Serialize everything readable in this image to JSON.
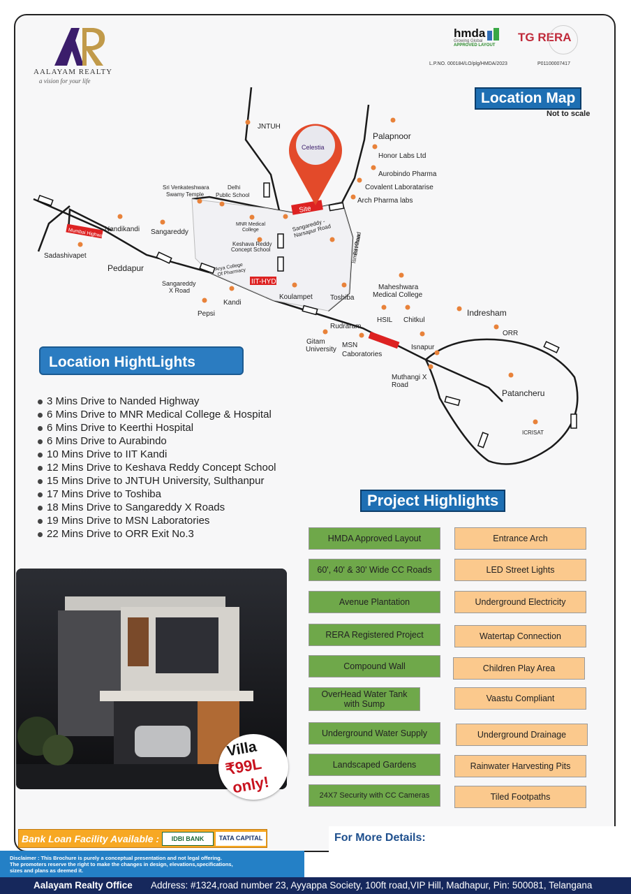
{
  "brand": {
    "name": "AALAYAM REALTY",
    "tagline": "a vision for your life",
    "colors": {
      "purple": "#3b1d6b",
      "gold": "#c19a4a"
    }
  },
  "approvals": {
    "hmda_word": "hmda",
    "hmda_sub": "Growing Global",
    "hmda_approved": "APPROVED LAYOUT",
    "lp_no": "L.P.NO. 000184/LO/plg/HMDA/2023",
    "rera_label": "TG RERA",
    "rera_no": "P01100007417"
  },
  "map": {
    "title": "Location Map",
    "note": "Not to scale",
    "site_label": "Site",
    "project_logo": "Celestia",
    "labels": {
      "jntuh": "JNTUH",
      "palapnoor": "Palapnoor",
      "honor": "Honor Labs Ltd",
      "aurobindo": "Aurobindo Pharma",
      "covalent": "Covalent Laboratarise",
      "arch": "Arch Pharma labs",
      "venkateshwara1": "Sri Venkateshwara",
      "venkateshwara2": "Swamy Temple",
      "dps1": "Delhi",
      "dps2": "Public School",
      "nandikandi": "Nandikandi",
      "sangareddy": "Sangareddy",
      "mumbai_hwy": "Mumbai Highway",
      "sadashivapet": "Sadashivapet",
      "peddapur": "Peddapur",
      "sxr1": "Sangareddy",
      "sxr2": "X Road",
      "kandi": "Kandi",
      "pepsi": "Pepsi",
      "mnr1": "MNR Medical",
      "mnr2": "College",
      "keshava1": "Keshava  Reddy",
      "keshava2": "Concept School",
      "arya1": "Arya College",
      "arya2": "Of Pharmacy",
      "iit": "IIT-HYD",
      "koulampet": "Koulampet",
      "narsapur1": "Sangareddy -",
      "narsapur2": "Narsapur Road",
      "ismail1": "Ismail Khan",
      "ismail2": "Pet Road",
      "toshiba": "Toshiba",
      "maheshwara1": "Maheshwara",
      "maheshwara2": "Medical College",
      "indresham": "Indresham",
      "hsil": "HSIL",
      "chitkul": "Chitkul",
      "orr": "ORR",
      "rudraram": "Rudraram",
      "gitam1": "Gitam",
      "gitam2": "University",
      "msn1": "MSN",
      "msn2": "Caboratories",
      "isnapur": "Isnapur",
      "muthangi1": "Muthangi X",
      "muthangi2": "Road",
      "patancheru": "Patancheru",
      "icrisat": "ICRISAT"
    }
  },
  "location_highlights": {
    "title": "Location HightLights",
    "items": [
      "3 Mins Drive to Nanded Highway",
      "6 Mins Drive to MNR Medical College & Hospital",
      "6 Mins Drive to Keerthi Hospital",
      "6 Mins Drive to Aurabindo",
      "10 Mins Drive to IIT Kandi",
      "12 Mins Drive to Keshava Reddy Concept School",
      "15 Mins Drive to JNTUH University, Sulthanpur",
      "17 Mins Drive to Toshiba",
      "18 Mins Drive to Sangareddy X Roads",
      "19 Mins Drive to MSN Laboratories",
      "22 Mins Drive to ORR Exit No.3"
    ]
  },
  "project_highlights": {
    "title": "Project Highlights",
    "left": [
      "HMDA Approved Layout",
      "60', 40' & 30' Wide CC Roads",
      "Avenue Plantation",
      "RERA Registered Project",
      "Compound Wall",
      "OverHead Water Tank with Sump",
      "Underground Water Supply",
      "Landscaped Gardens",
      "24X7 Security with CC Cameras"
    ],
    "right": [
      "Entrance Arch",
      "LED Street Lights",
      "Underground Electricity",
      "Watertap Connection",
      "Children Play Area",
      "Vaastu Compliant",
      "Underground Drainage",
      "Rainwater Harvesting Pits",
      "Tiled Footpaths"
    ]
  },
  "offer": {
    "villa": "Villa",
    "price": "₹99L",
    "suffix": "only!"
  },
  "bank": {
    "label": "Bank Loan Facility Available :",
    "bank1": "IDBI BANK",
    "bank2": "TATA CAPITAL"
  },
  "contact": {
    "more_details": "For More Details:"
  },
  "disclaimer": {
    "line1": "Disclaimer : This Brochure is purely a conceptual presentation and not legal offering.",
    "line2": "The promoters reserve the right to make the changes in design, elevations,specifications,",
    "line3": "sizes and plans as deemed it."
  },
  "footer": {
    "office": "Aalayam Realty Office",
    "address": "Address: #1324,road number 23, Ayyappa Society, 100ft road,VIP Hill, Madhapur, Pin: 500081, Telangana"
  }
}
